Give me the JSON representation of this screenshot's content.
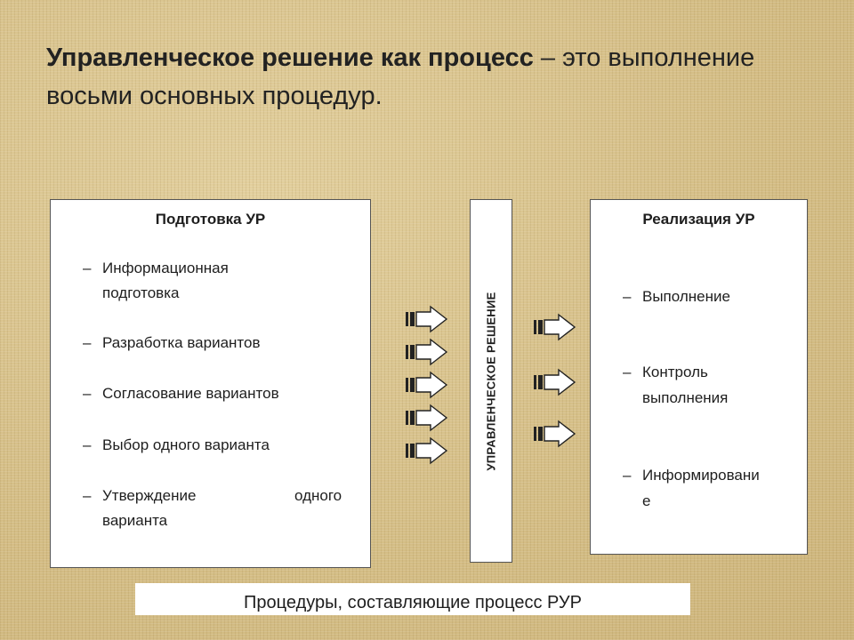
{
  "title": {
    "bold": "Управленческое решение как процесс",
    "rest": " – это выполнение восьми основных процедур."
  },
  "left": {
    "heading": "Подготовка УР",
    "items": [
      "Информационная",
      "подготовка",
      "Разработка вариантов",
      "Согласование вариантов",
      "Выбор одного варианта",
      "Утверждение",
      "одного",
      "варианта"
    ]
  },
  "center": {
    "label": "УПРАВЛЕНЧЕСКОЕ РЕШЕНИЕ"
  },
  "right": {
    "heading": "Реализация УР",
    "items": [
      "Выполнение",
      "Контроль",
      "выполнения",
      "Информировани",
      "е"
    ]
  },
  "caption": "Процедуры, составляющие процесс РУР",
  "dash": "–",
  "colors": {
    "arrow_fill": "#ffffff",
    "arrow_stroke": "#222222",
    "background": "#d9c48f"
  }
}
